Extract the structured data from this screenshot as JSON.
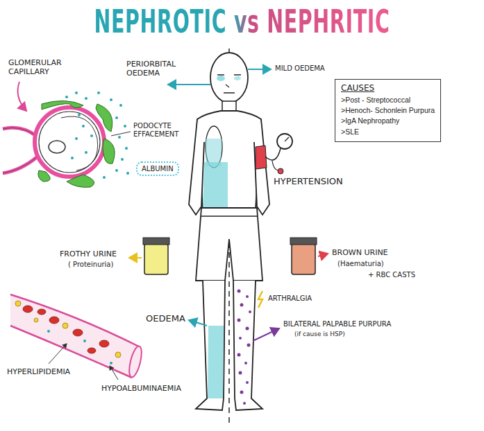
{
  "diagram": {
    "title": "NEPHROTIC vs NEPHRITIC",
    "nodes": [
      {
        "text": [
          "CAUSES",
          ">Post - Streptococcal",
          ">Henoch- Schonlein Purpura",
          ">IgA Nephropathy",
          ">SLE"
        ]
      },
      {
        "text": [
          "ALBUMIN"
        ]
      }
    ],
    "labels": [
      "GLOMERULAR CAPILLARY",
      "PERIORBITAL OEDEMA",
      "MILD OEDEMA",
      "PODOCYTE EFFACEMENT",
      "HYPERTENSION",
      "FROTHY URINE",
      "( Proteinuria)",
      "BROWN URINE",
      "(Haematuria)",
      "+ RBC CASTS",
      "ARTHRALGIA",
      "OEDEMA",
      "BILATERAL PALPABLE PURPURA",
      "(if cause is HSP)",
      "HYPERLIPIDEMIA",
      "HYPOALBUMINAEMIA"
    ]
  }
}
